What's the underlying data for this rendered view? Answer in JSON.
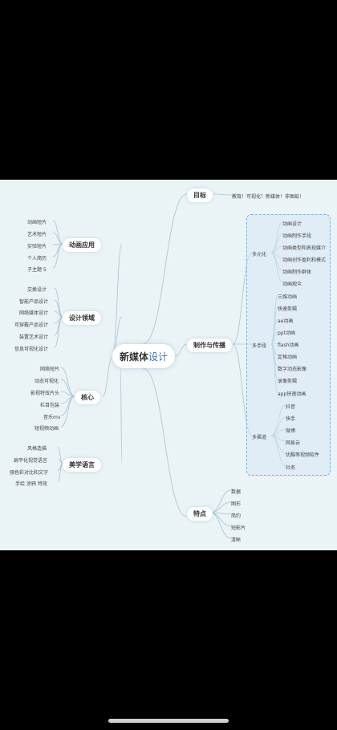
{
  "center": {
    "title_bold": "新媒体",
    "title_light": "设计"
  },
  "branches": {
    "goal": "目标",
    "anim_app": "动画应用",
    "design_field": "设计领域",
    "core": "核心",
    "aesthetic": "美学语言",
    "production": "制作与传播",
    "features": "特点"
  },
  "goal_leaf": "教育！可视化！新媒体！非图纸！",
  "anim_app_items": [
    "动画短片",
    "艺术短片",
    "实验短片",
    "个人简历",
    "子主题 5"
  ],
  "design_field_items": [
    "交换设计",
    "智能产品设计",
    "网络媒体设计",
    "可穿戴产品设计",
    "装置艺术设计",
    "信息可视化设计"
  ],
  "core_items": [
    "网络短片",
    "动态可视化",
    "影视特效片头",
    "栏目包装",
    "音乐mv",
    "短视频动画"
  ],
  "aesthetic_items": [
    "风格造描",
    "扁平化视觉语言",
    "强色彩对比和文字",
    "手绘 涂鸦 特效"
  ],
  "production_subs": {
    "diversify": "多元化",
    "means": "多手段",
    "channels": "多渠道"
  },
  "diversify_items": [
    "动画设计",
    "动画制作手段",
    "动画类型和表现媒介",
    "动画创作盈利和模式",
    "动画制作群体",
    "动画观众"
  ],
  "means_items": [
    "三维动画",
    "快速剪辑",
    "ae动画",
    "ppt动画",
    "flash动画",
    "定格动画",
    "数字动态影像",
    "录像剪辑",
    "app快速动画"
  ],
  "channels_items": [
    "抖音",
    "快手",
    "微博",
    "网易云",
    "优酷等视频软件",
    "社务"
  ],
  "features_items": [
    "数据",
    "图形",
    "简约",
    "短影片",
    "清晰"
  ]
}
